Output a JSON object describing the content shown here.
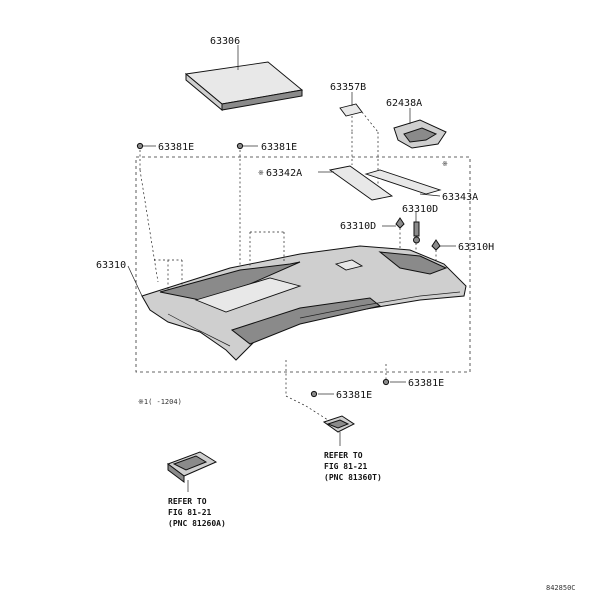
{
  "labels": {
    "p63306": "63306",
    "p63357b": "63357B",
    "p62438a": "62438A",
    "p63381e_left": "63381E",
    "p63381e_mid": "63381E",
    "p63342a": "63342A",
    "p63343a": "63343A",
    "p63310d_right": "63310D",
    "p63310d_mid": "63310D",
    "p63310h": "63310H",
    "p63310": "63310",
    "p63381e_lowright": "63381E",
    "p63381e_lowmid": "63381E",
    "note_small": "※1( -1204)"
  },
  "refs": {
    "right": [
      "REFER TO",
      "FIG 81-21",
      "(PNC 81360T)"
    ],
    "left": [
      "REFER TO",
      "FIG 81-21",
      "(PNC 81260A)"
    ]
  },
  "catalog_code": "842850C"
}
